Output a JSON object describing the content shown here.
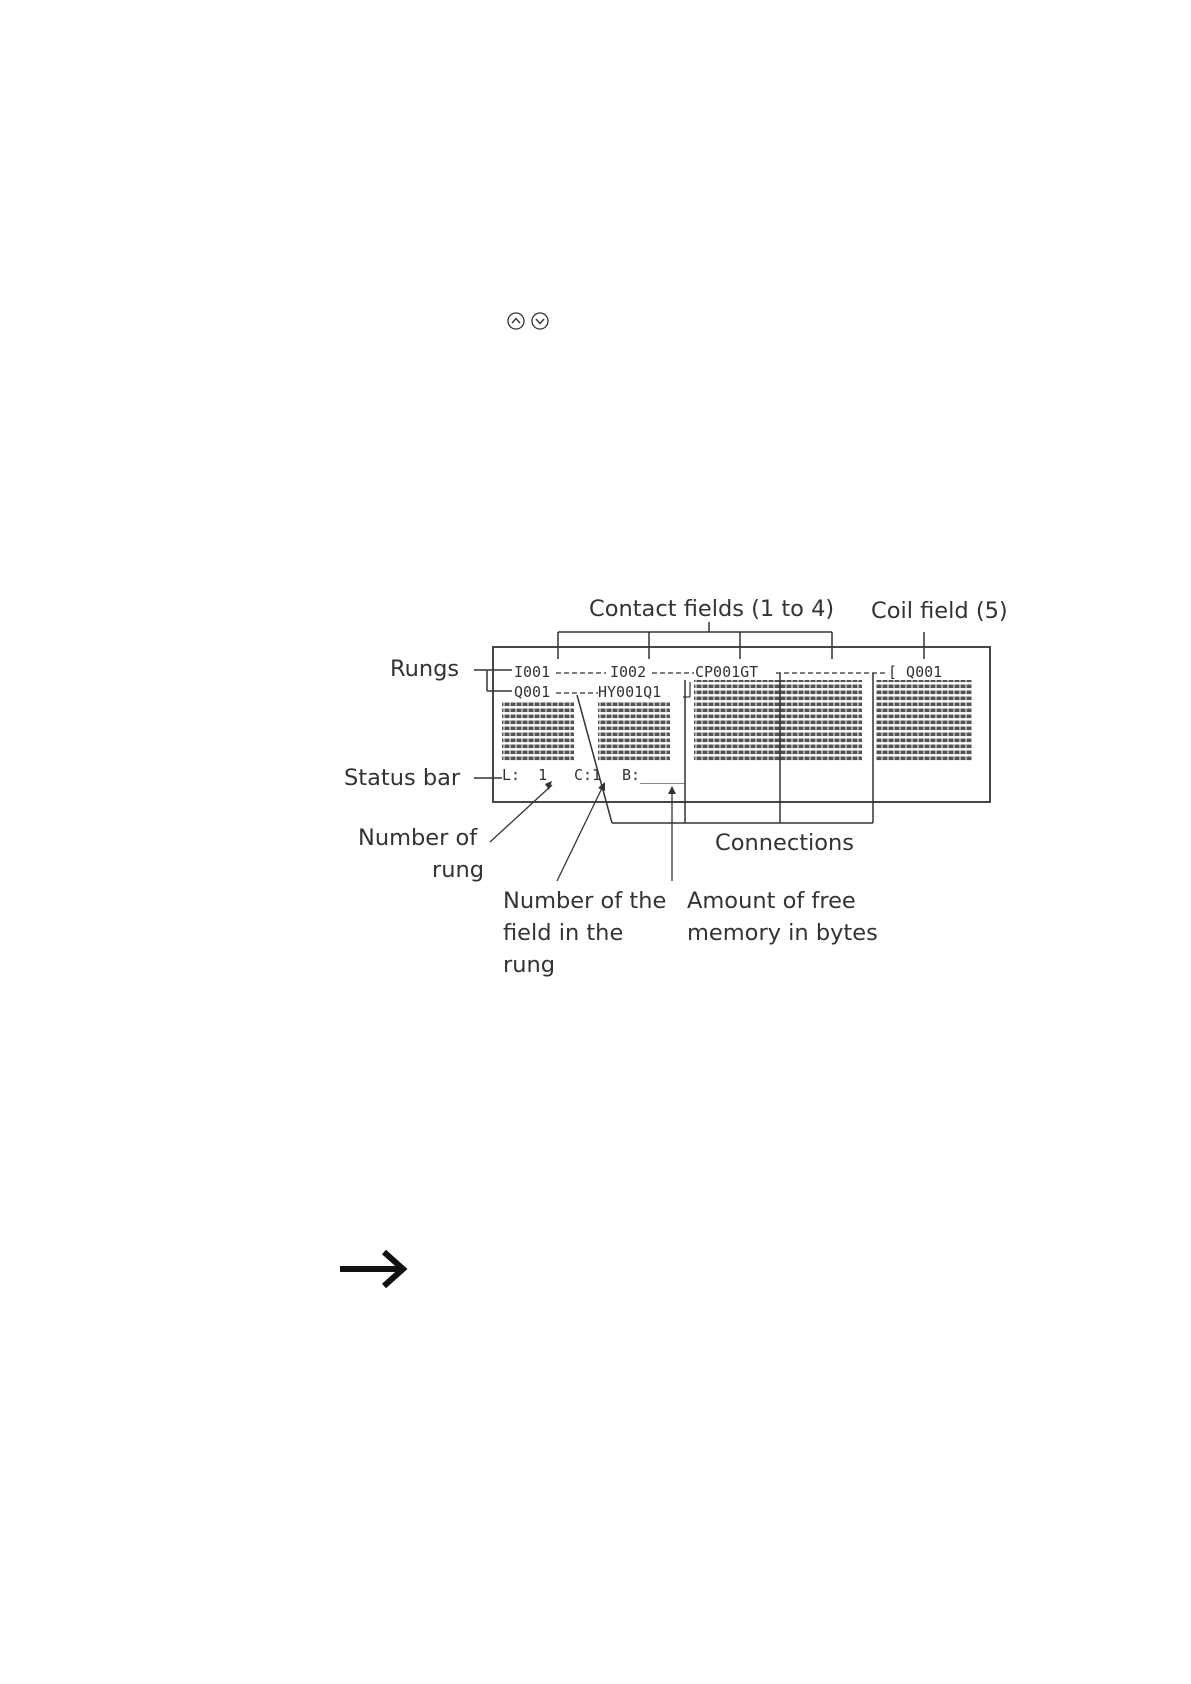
{
  "page": {
    "nav_icons": [
      "up-arrow-circle-icon",
      "down-arrow-circle-icon"
    ],
    "note_icon": "right-arrow-icon"
  },
  "diagram": {
    "labels": {
      "contact_fields": "Contact fields (1 to 4)",
      "coil_field": "Coil field (5)",
      "rungs": "Rungs",
      "status_bar": "Status bar",
      "number_of_rung": [
        "Number of",
        "rung"
      ],
      "connections": "Connections",
      "number_of_field": [
        "Number of the",
        "field in the",
        "rung"
      ],
      "free_memory": [
        "Amount of free",
        "memory in bytes"
      ]
    },
    "display": {
      "rung_1": {
        "contact_1": "I001",
        "contact_2": "I002",
        "contact_3": "CP001GT",
        "coil": "[ Q001"
      },
      "rung_2": {
        "contact_1": "Q001",
        "contact_2": "HY001Q1"
      },
      "status": {
        "rung": "L:  1",
        "field": "C:1",
        "bytes": "B:_____"
      }
    }
  }
}
